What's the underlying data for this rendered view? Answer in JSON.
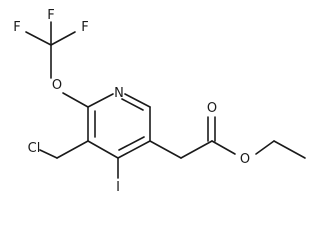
{
  "molecule": {
    "atom_labels": {
      "n": "N",
      "o_ether": "O",
      "f1": "F",
      "f2": "F",
      "f3": "F",
      "cl": "Cl",
      "i": "I",
      "o_carbonyl": "O",
      "o_ester": "O"
    }
  }
}
